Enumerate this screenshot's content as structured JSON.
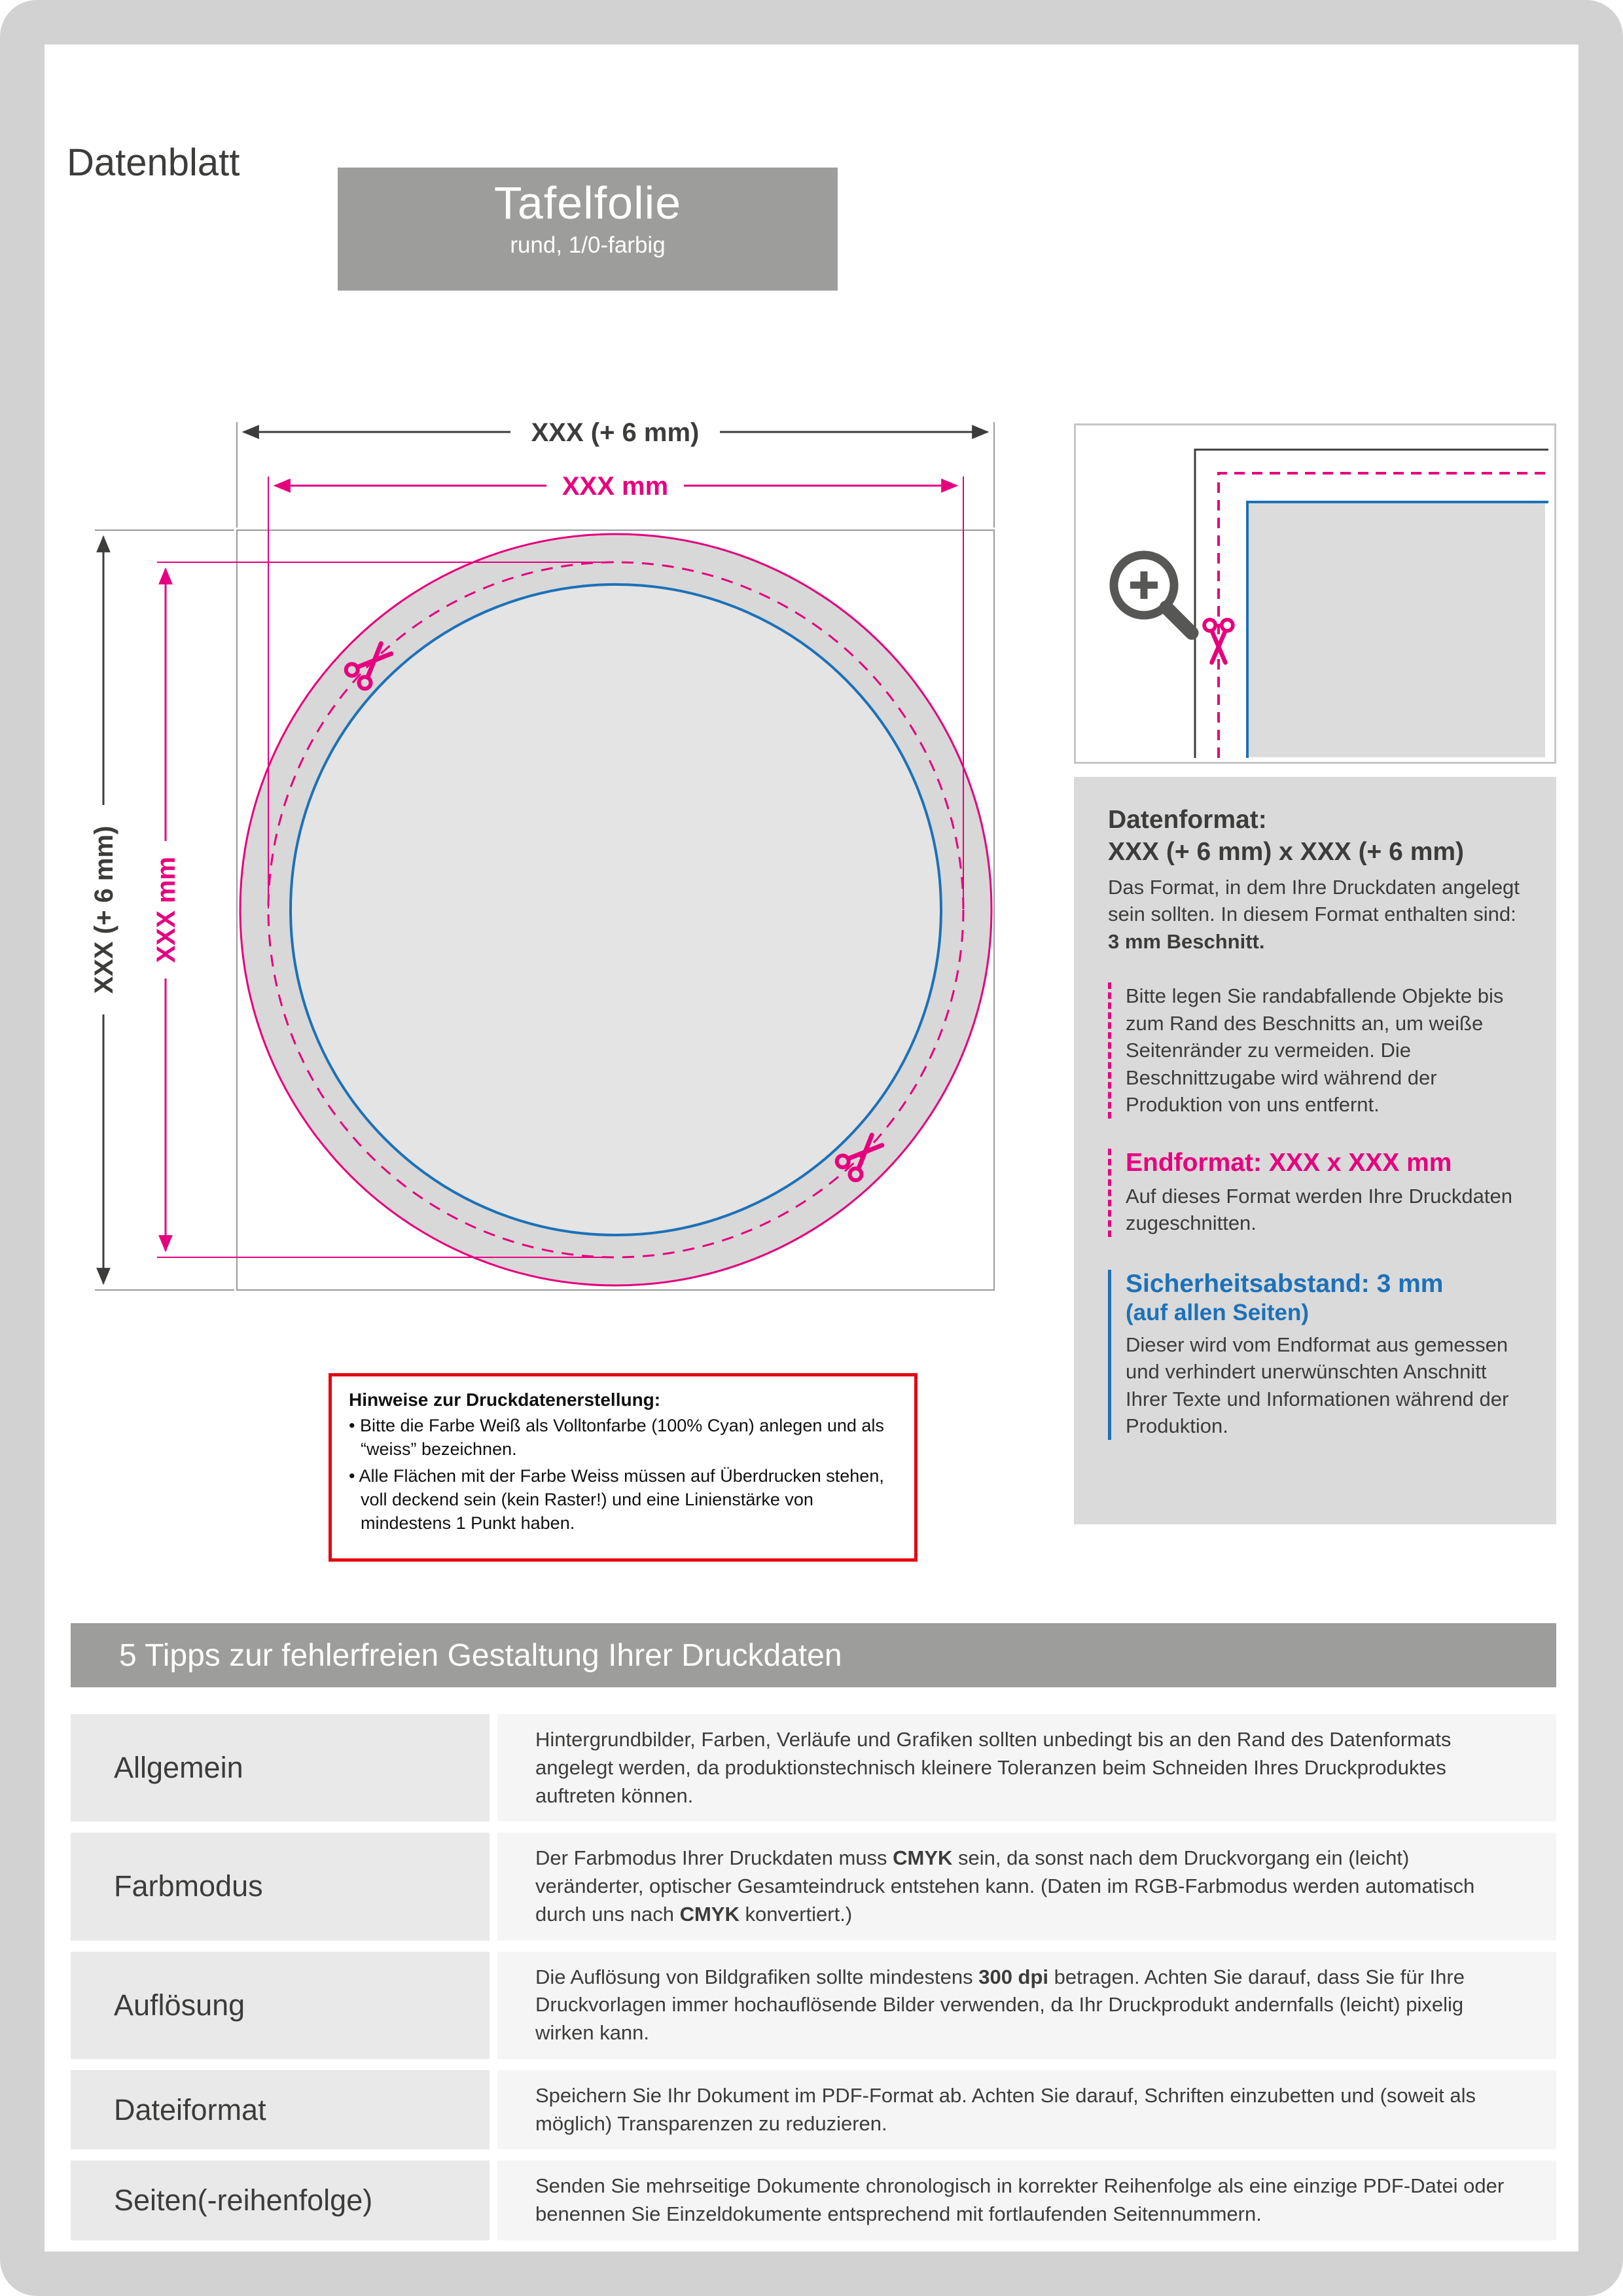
{
  "colors": {
    "magenta": "#e6007e",
    "blue": "#1d71b8",
    "red": "#e30613",
    "bar_gray": "#9d9d9c"
  },
  "header": {
    "doc_label": "Datenblatt",
    "title": "Tafelfolie",
    "subtitle": "rund, 1/0-farbig"
  },
  "diagram": {
    "dim_outer_width": "XXX (+ 6 mm)",
    "dim_inner_width": "XXX mm",
    "dim_outer_height": "XXX (+ 6 mm)",
    "dim_inner_height": "XXX mm"
  },
  "info_panel": {
    "datenformat_heading": "Datenformat:",
    "datenformat_value": "XXX (+ 6 mm) x XXX (+ 6 mm)",
    "datenformat_body": [
      {
        "t": "Das Format, in dem Ihre Druckdaten angelegt sein sollten. In diesem Format enthalten sind: "
      },
      {
        "t": "3 mm Beschnitt.",
        "b": true
      }
    ],
    "bleed_note": "Bitte legen Sie randabfallende Objekte bis zum Rand des Beschnitts an, um weiße Seitenränder zu vermeiden. Die Beschnittzugabe wird während der Produktion von uns entfernt.",
    "endformat_heading": "Endformat: XXX x XXX mm",
    "endformat_body": "Auf dieses Format werden Ihre Druckdaten zugeschnitten.",
    "safety_heading": "Sicherheitsabstand: 3 mm",
    "safety_sub": "(auf allen Seiten)",
    "safety_body": "Dieser wird vom Endformat aus gemessen und verhindert unerwünschten Anschnitt Ihrer Texte und Informationen während der Produktion."
  },
  "notes_box": {
    "title": "Hinweise zur Druckdatenerstellung:",
    "items": [
      "Bitte die Farbe Weiß als Volltonfarbe (100% Cyan) anlegen und als “weiss” bezeichnen.",
      "Alle Flächen mit der Farbe Weiss müssen auf Überdrucken stehen, voll deckend sein (kein Raster!) und eine Linienstärke von mindestens 1 Punkt haben."
    ]
  },
  "tips": {
    "header": "5 Tipps zur fehlerfreien Gestaltung Ihrer Druckdaten",
    "rows": [
      {
        "label": "Allgemein",
        "body": [
          {
            "t": "Hintergrundbilder, Farben, Verläufe und Grafiken sollten unbedingt bis an den Rand des Datenformats angelegt werden, da produktionstechnisch kleinere Toleranzen beim Schneiden Ihres Druckproduktes auftreten können."
          }
        ]
      },
      {
        "label": "Farbmodus",
        "body": [
          {
            "t": "Der Farbmodus Ihrer Druckdaten muss "
          },
          {
            "t": "CMYK",
            "b": true
          },
          {
            "t": " sein, da sonst nach dem Druckvorgang ein (leicht) veränderter, optischer Gesamteindruck entstehen kann. (Daten im RGB-Farbmodus werden automatisch durch uns nach "
          },
          {
            "t": "CMYK",
            "b": true
          },
          {
            "t": " konvertiert.)"
          }
        ]
      },
      {
        "label": "Auflösung",
        "body": [
          {
            "t": "Die Auflösung von Bildgrafiken sollte mindestens "
          },
          {
            "t": "300 dpi",
            "b": true
          },
          {
            "t": " betragen. Achten Sie darauf, dass Sie für Ihre Druckvorlagen immer hochauflösende Bilder verwenden, da Ihr Druckprodukt andernfalls (leicht) pixelig wirken kann."
          }
        ]
      },
      {
        "label": "Dateiformat",
        "body": [
          {
            "t": "Speichern Sie Ihr Dokument im PDF-Format ab. Achten Sie darauf, Schriften einzubetten und (soweit als möglich) Transparenzen zu reduzieren."
          }
        ]
      },
      {
        "label": "Seiten(-reihenfolge)",
        "body": [
          {
            "t": "Senden Sie mehrseitige Dokumente chronologisch in korrekter Reihenfolge als eine einzige PDF-Datei oder benennen Sie Einzeldokumente entsprechend mit fortlaufenden Seitennummern."
          }
        ]
      }
    ]
  }
}
